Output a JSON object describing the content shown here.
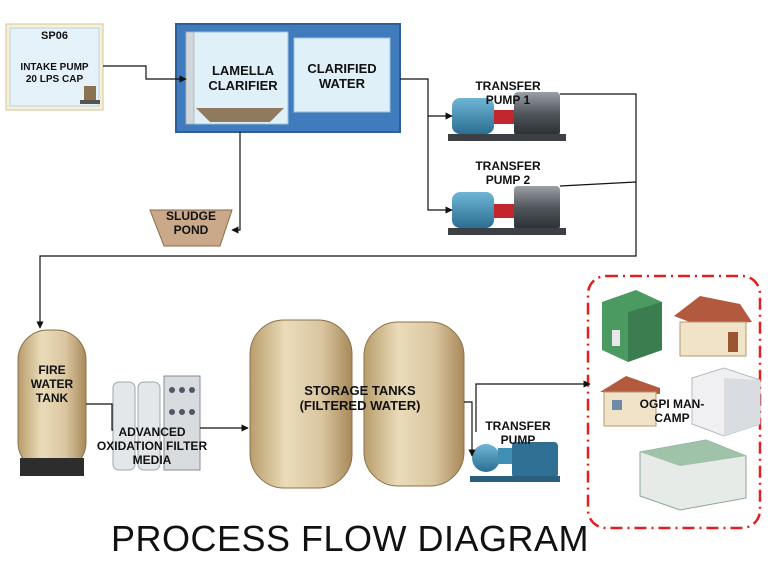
{
  "title": "PROCESS FLOW DIAGRAM",
  "nodes": {
    "intake": {
      "name": "SP06",
      "desc": "INTAKE PUMP\n20 LPS CAP"
    },
    "lamella": "LAMELLA\nCLARIFIER",
    "clarified": "CLARIFIED\nWATER",
    "pump1": "TRANSFER\nPUMP 1",
    "pump2": "TRANSFER\nPUMP 2",
    "sludge": "SLUDGE\nPOND",
    "firetank": "FIRE\nWATER\nTANK",
    "aof": "ADVANCED\nOXIDATION FILTER\nMEDIA",
    "storage": "STORAGE TANKS\n(FILTERED WATER)",
    "pump3": "TRANSFER\nPUMP",
    "mancamp": "OGPI MAN-\nCAMP"
  },
  "colors": {
    "tank": "#dcc9a0",
    "clarifier_frame": "#3f7bbd",
    "water": "#dff0f8",
    "pump_blue": "#3f8fb5",
    "mancamp_border": "#e02020"
  }
}
